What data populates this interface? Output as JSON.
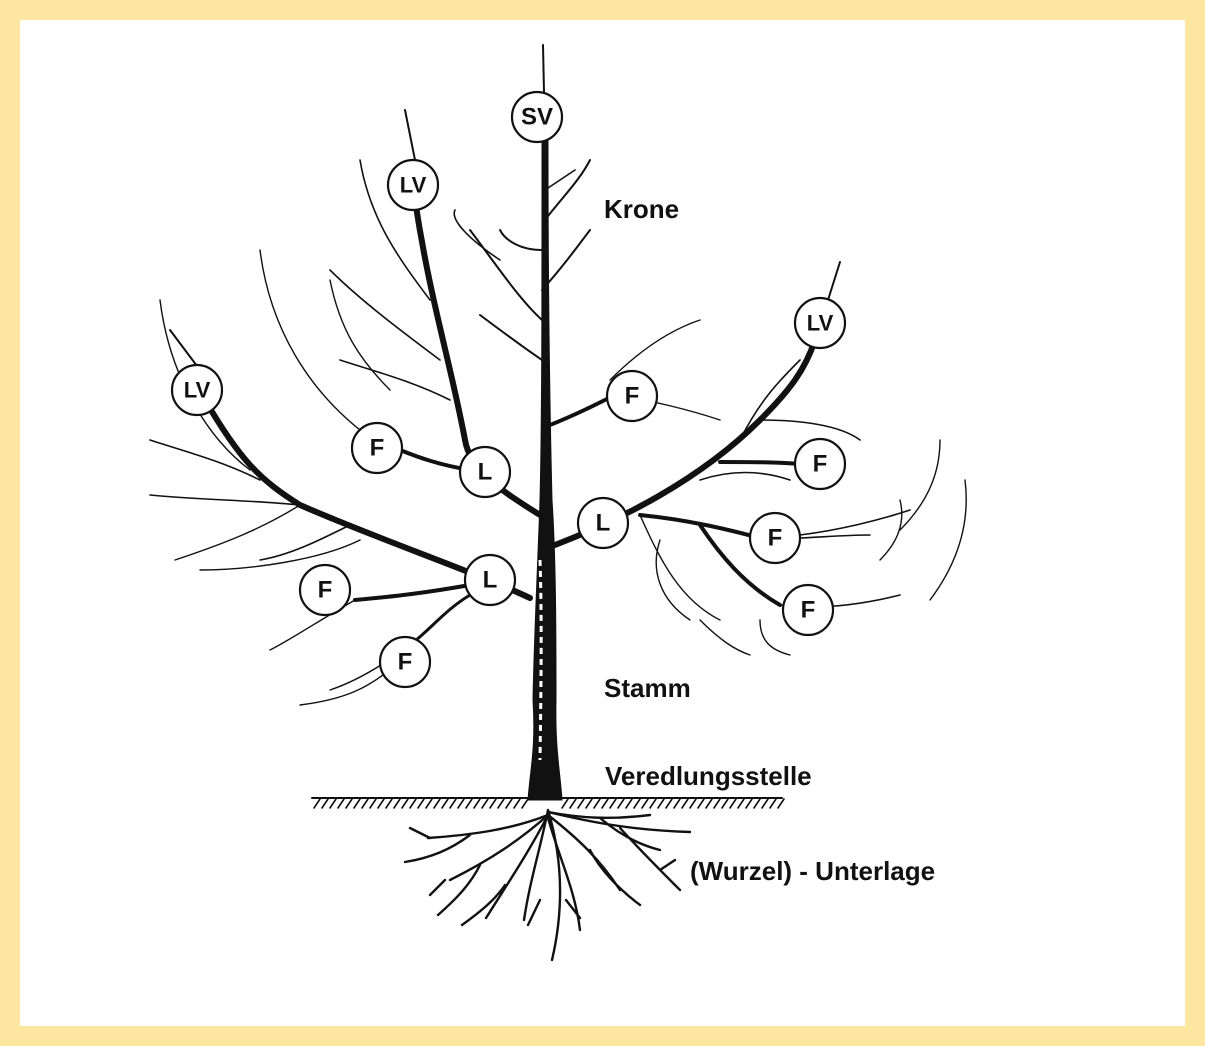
{
  "figure": {
    "colors": {
      "background_border": "#fde7a0",
      "canvas": "#ffffff",
      "ink": "#111111"
    },
    "part_labels": {
      "krone": "Krone",
      "stamm": "Stamm",
      "veredlungsstelle": "Veredlungsstelle",
      "unterlage": "(Wurzel) - Unterlage"
    },
    "nodes": {
      "sv": "SV",
      "lv_left_upper": "LV",
      "lv_left": "LV",
      "lv_right": "LV",
      "l_upper_left": "L",
      "l_right": "L",
      "l_lower_left": "L",
      "f": "F"
    }
  }
}
